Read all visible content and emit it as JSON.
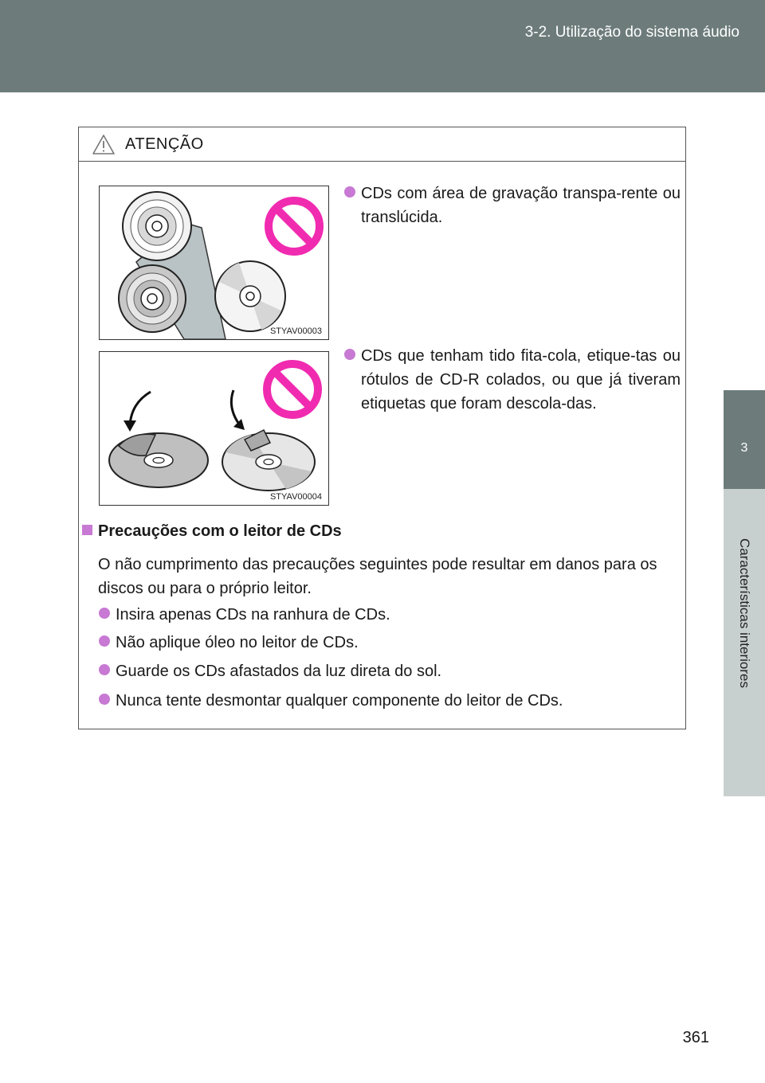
{
  "header": {
    "section_title": "3-2. Utilização do sistema áudio"
  },
  "side_tab": {
    "chapter_number": "3",
    "chapter_title": "Características interiores"
  },
  "warning": {
    "title": "ATENÇÃO",
    "items": [
      {
        "text": "CDs com área de gravação transpa-rente ou translúcida.",
        "image_code": "STYAV00003"
      },
      {
        "text": "CDs que tenham tido fita-cola, etique-tas ou rótulos de CD-R colados, ou que já tiveram etiquetas que foram descola-das.",
        "image_code": "STYAV00004"
      }
    ],
    "section": {
      "heading": "Precauções com o leitor de CDs",
      "intro": "O não cumprimento das precauções seguintes pode resultar em danos para os discos ou para o próprio leitor.",
      "bullets": [
        "Insira apenas CDs na ranhura de CDs.",
        "Não aplique óleo no leitor de CDs.",
        "Guarde os CDs afastados da luz direta do sol.",
        "Nunca tente desmontar qualquer componente do leitor de CDs."
      ]
    }
  },
  "page_number": "361",
  "colors": {
    "header": "#6d7c7b",
    "accent": "#c779d3",
    "prohibit": "#f02bb0",
    "tab_light": "#c8d0cf"
  }
}
